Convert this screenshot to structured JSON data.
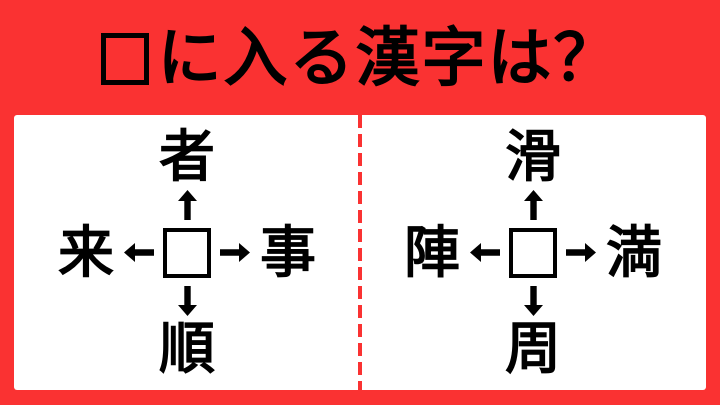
{
  "page": {
    "background_color": "#fa3232",
    "panel_color": "#ffffff",
    "text_color": "#000000",
    "divider_style": "red dashed vertical line"
  },
  "title": {
    "box_symbol": "□",
    "text": "に入る漢字は？"
  },
  "puzzles": [
    {
      "side": "left",
      "top": "者",
      "left": "来",
      "right": "事",
      "bottom": "順",
      "center": ""
    },
    {
      "side": "right",
      "top": "滑",
      "left": "陣",
      "right": "満",
      "bottom": "周",
      "center": ""
    }
  ]
}
